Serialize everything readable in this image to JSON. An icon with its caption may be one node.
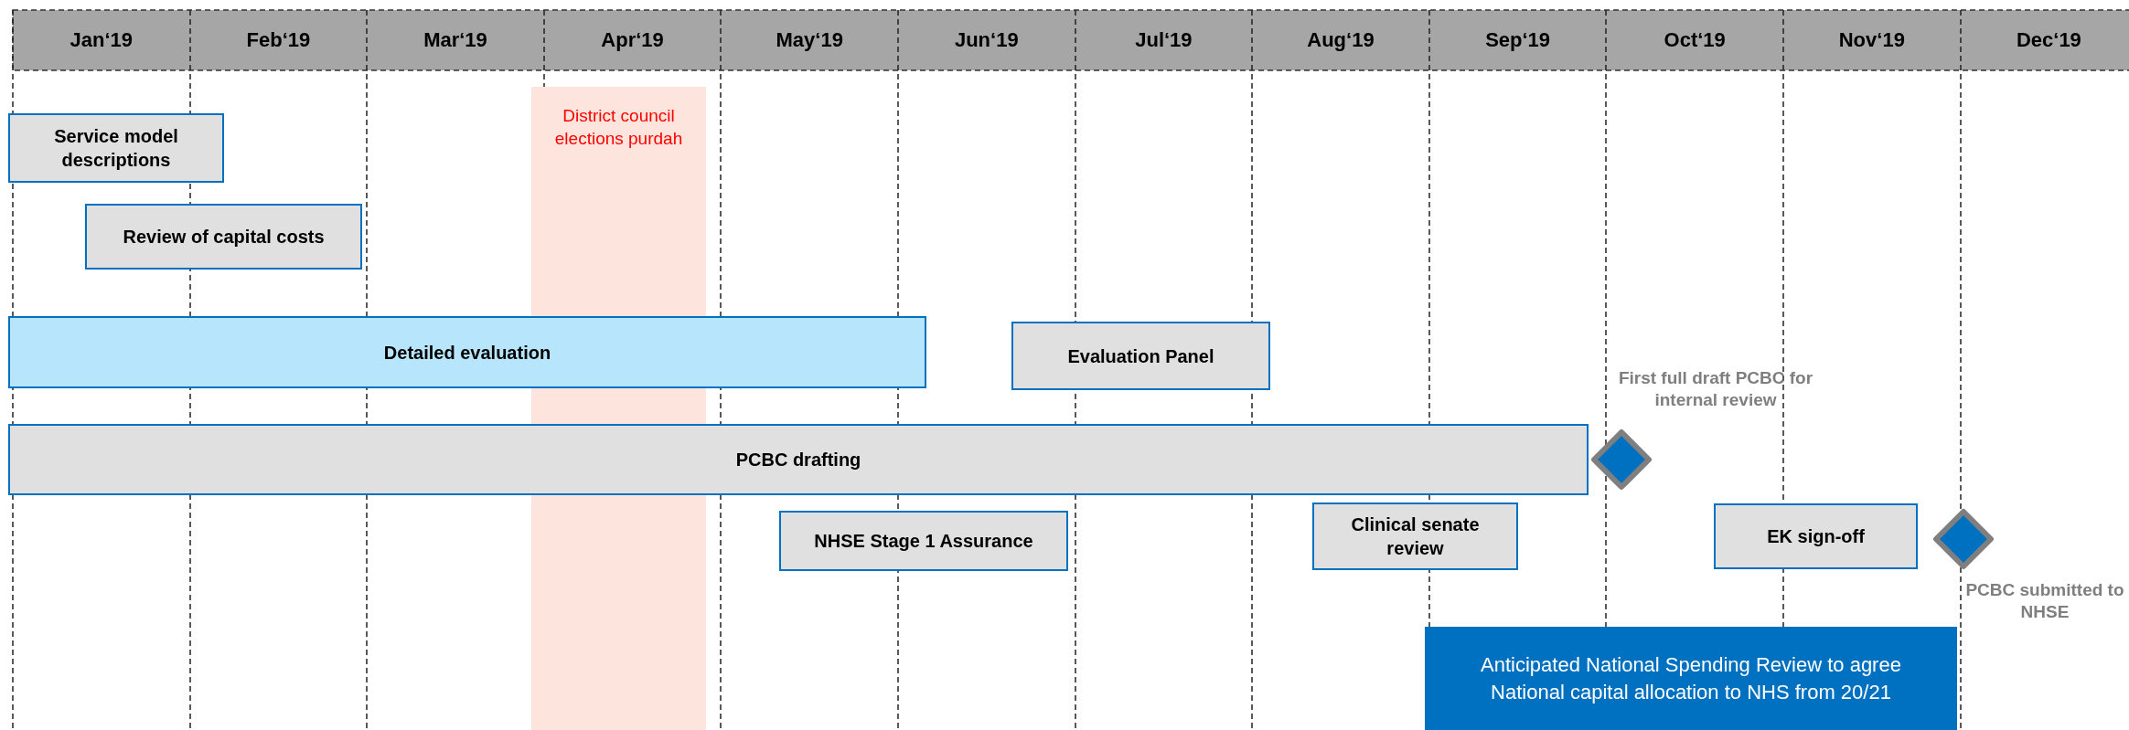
{
  "diagram": {
    "nodes": [
      {
        "text": [
          "Service model descriptions"
        ]
      },
      {
        "text": [
          "District council elections purdah"
        ]
      },
      {
        "text": [
          "Review of  capital costs"
        ]
      },
      {
        "text": [
          "Detailed evaluation"
        ]
      },
      {
        "text": [
          "Evaluation Panel"
        ]
      },
      {
        "text": [],
        "shape": "diamond",
        "beside": [
          "First full draft PCBC for internal review"
        ]
      },
      {
        "text": [
          "PCBC drafting"
        ]
      },
      {
        "text": [
          "NHSE Stage 1 Assurance"
        ]
      },
      {
        "text": [
          "Clinical senate review"
        ]
      },
      {
        "text": [
          "EK  sign-off"
        ]
      },
      {
        "text": [],
        "shape": "diamond",
        "beside": [
          "PCBC submitted to NHSE"
        ]
      },
      {
        "text": [
          "Anticipated National Spending Review to agree National capital allocation to NHS from 20/21"
        ]
      }
    ],
    "labels": [
      "Jan‘19",
      "Feb‘19",
      "Mar‘19",
      "Apr‘19",
      "May‘19",
      "Jun‘19",
      "Jul‘19",
      "Aug‘19",
      "Sep‘19",
      "Oct‘19",
      "Nov‘19",
      "Dec‘19"
    ]
  }
}
